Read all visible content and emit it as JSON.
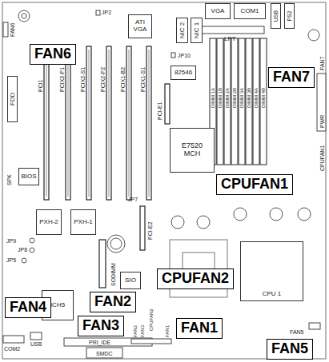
{
  "diagram": {
    "nodes": [
      {
        "text": [
          "ATI VGA"
        ]
      },
      {
        "text": [
          "NIC 2"
        ]
      },
      {
        "text": [
          "NIC 1"
        ]
      },
      {
        "text": [
          "VGA"
        ]
      },
      {
        "text": [
          "COM1"
        ]
      },
      {
        "text": [
          "USB"
        ]
      },
      {
        "text": [
          "PS2"
        ]
      },
      {
        "text": [
          "FAN6"
        ]
      },
      {
        "text": [
          "FDD"
        ]
      },
      {
        "text": [
          "82546"
        ]
      },
      {
        "text": [
          "FAN7"
        ]
      },
      {
        "text": [
          "BIOS"
        ]
      },
      {
        "text": [
          "E7520 MCH"
        ]
      },
      {
        "text": [
          "CPUFAN1"
        ]
      },
      {
        "text": [
          "PXH-2"
        ]
      },
      {
        "text": [
          "PXH-1"
        ]
      },
      {
        "text": [
          "SIO"
        ]
      },
      {
        "text": [
          "CPU 1"
        ]
      },
      {
        "text": [
          "ICH5"
        ]
      },
      {
        "text": [
          "FAN2"
        ]
      },
      {
        "text": [
          "CPUFAN2"
        ]
      },
      {
        "text": [
          "FAN4"
        ]
      },
      {
        "text": [
          "FAN3"
        ]
      },
      {
        "text": [
          "FAN1"
        ]
      },
      {
        "text": [
          "FAN5"
        ]
      }
    ],
    "labels": [
      "JP2",
      "LPT",
      "JP10",
      "FAN6",
      "PCI1",
      "PCIX2-P1",
      "PCIX2-S1",
      "PCIX2-P2",
      "PCIX1-B2",
      "PCIX1-S1",
      "PCI-E1",
      "DIMM 1A",
      "DIMM 1B",
      "DIMM 2A",
      "DIMM 2B",
      "DIMM 3A",
      "DIMM 3B",
      "DIMM 4A",
      "DIMM 4B",
      "FAN7",
      "PWR",
      "CPUFAN1",
      "SPK",
      "JP7",
      "PCI-E2",
      "SODIMM",
      "JP9",
      "JP8",
      "JP5",
      "FAN2",
      "FAN3",
      "CPUFAN2",
      "FAN1",
      "FAN5",
      "COM2",
      "USB",
      "PRI_IDE",
      "SMDC"
    ]
  }
}
